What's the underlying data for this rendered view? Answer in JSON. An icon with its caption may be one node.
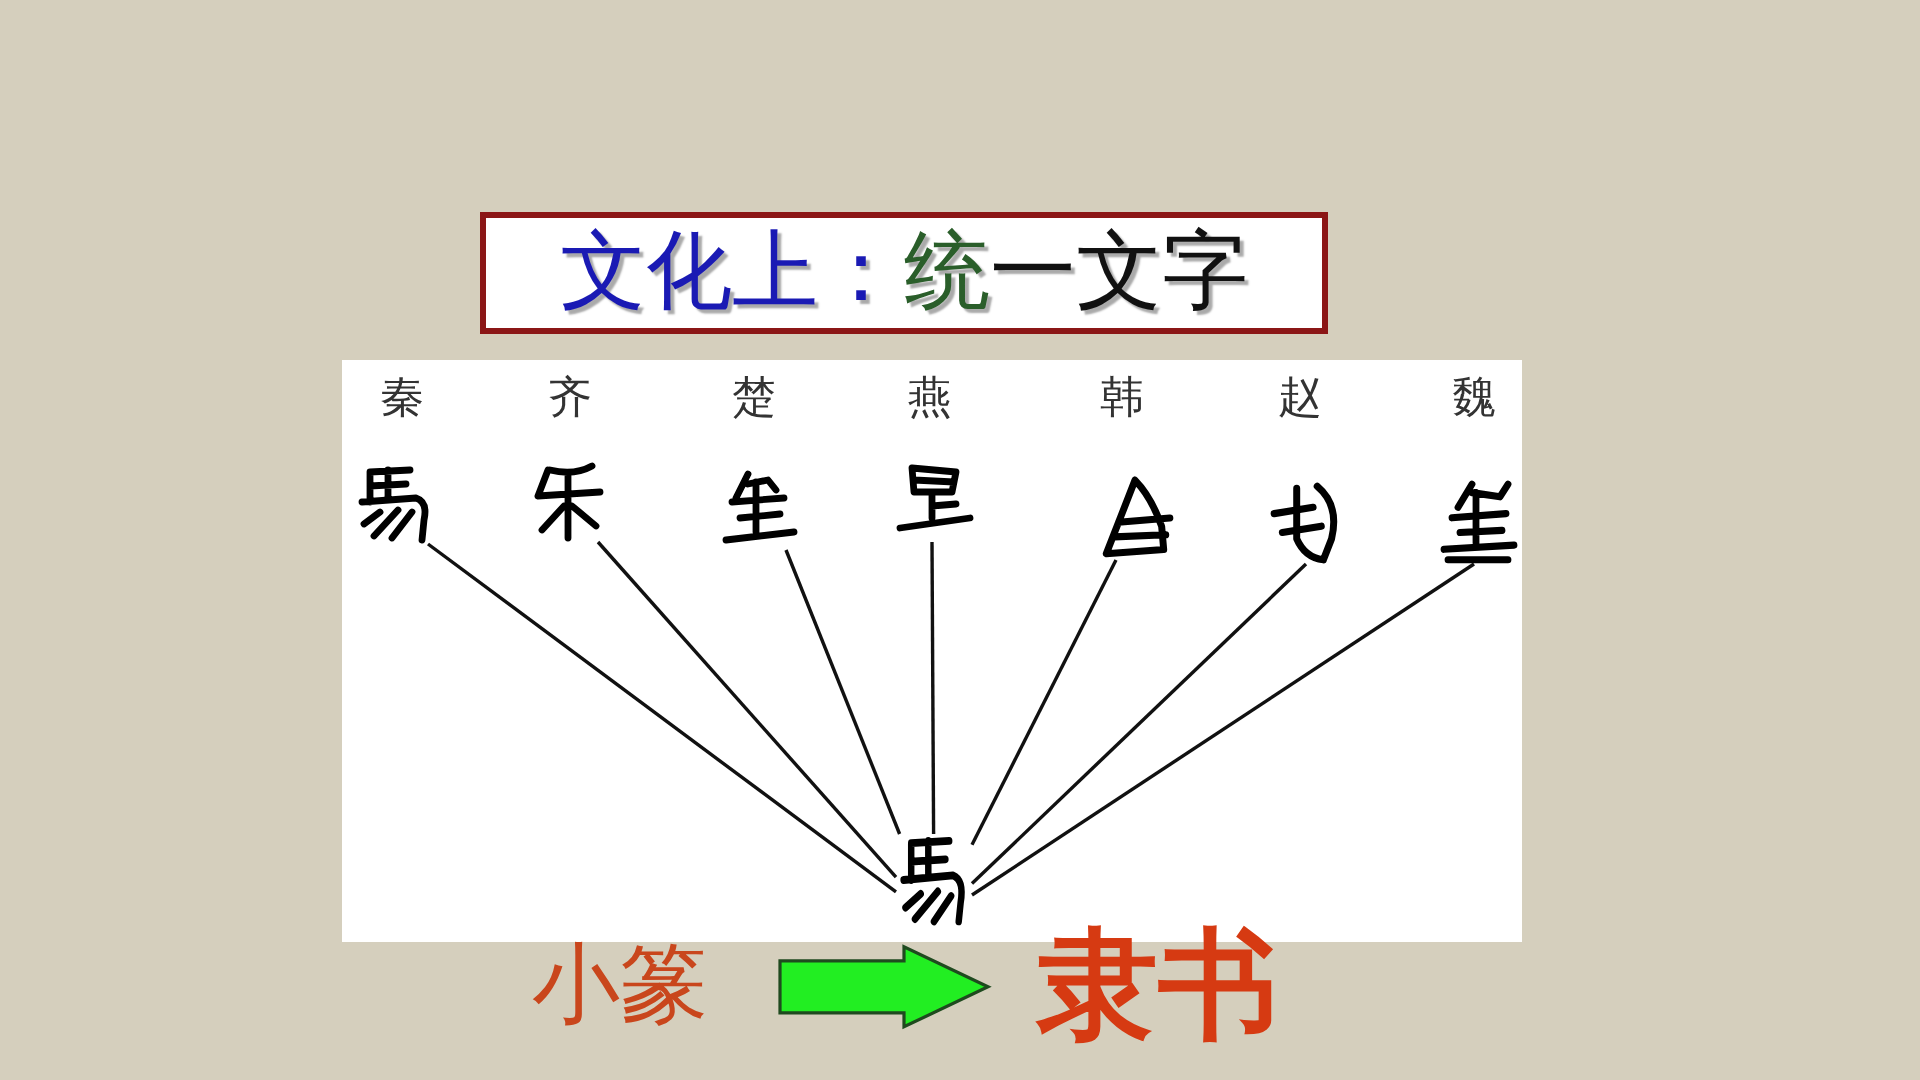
{
  "diagram": {
    "title": "文化上：统一文字",
    "nodes": [
      {
        "text": [],
        "shape": "picture",
        "beside": [
          "秦"
        ]
      },
      {
        "text": [],
        "shape": "picture",
        "beside": [
          "齐"
        ]
      },
      {
        "text": [],
        "shape": "picture",
        "beside": [
          "楚"
        ]
      },
      {
        "text": [],
        "shape": "picture",
        "beside": [
          "燕"
        ]
      },
      {
        "text": [],
        "shape": "picture",
        "beside": [
          "韩"
        ]
      },
      {
        "text": [],
        "shape": "picture",
        "beside": [
          "赵"
        ]
      },
      {
        "text": [],
        "shape": "picture",
        "beside": [
          "魏"
        ]
      },
      {
        "text": [],
        "shape": "picture"
      },
      {
        "text": [
          "小篆"
        ]
      },
      {
        "text": [
          "隶书"
        ]
      }
    ],
    "edges": [
      {
        "from": 0,
        "to": 7,
        "arrow": "none"
      },
      {
        "from": 1,
        "to": 7,
        "arrow": "none"
      },
      {
        "from": 2,
        "to": 7,
        "arrow": "none"
      },
      {
        "from": 3,
        "to": 7,
        "arrow": "none"
      },
      {
        "from": 4,
        "to": 7,
        "arrow": "none"
      },
      {
        "from": 5,
        "to": 7,
        "arrow": "none"
      },
      {
        "from": 6,
        "to": 7,
        "arrow": "none"
      },
      {
        "from": 8,
        "to": 9,
        "arrow": "to",
        "style": "thick",
        "color": "#22ee22"
      }
    ]
  }
}
